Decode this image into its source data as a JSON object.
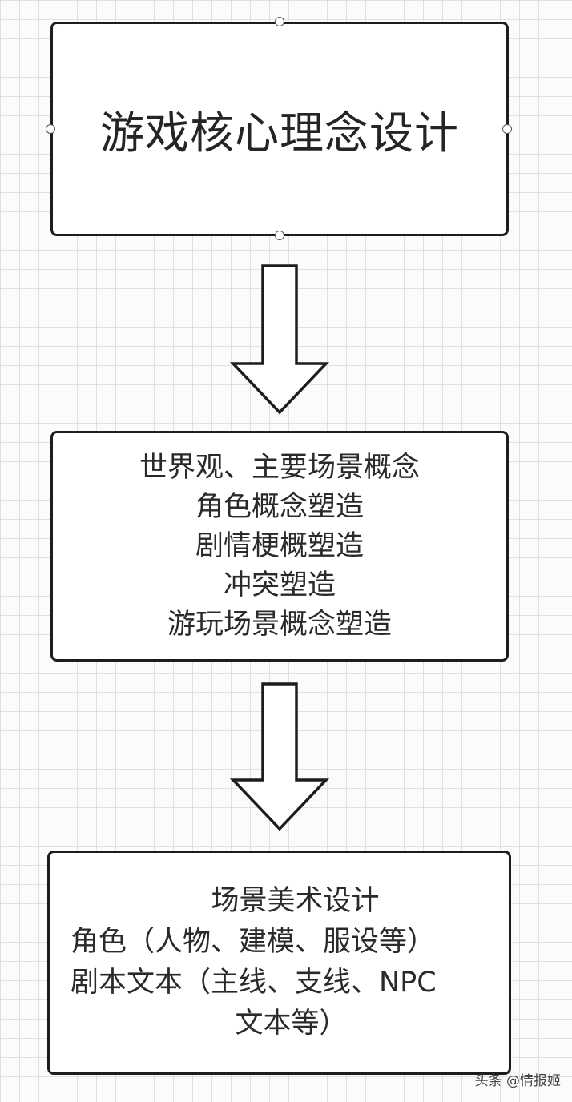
{
  "boxes": [
    {
      "lines": [
        "游戏核心理念设计"
      ]
    },
    {
      "lines": [
        "世界观、主要场景概念",
        "角色概念塑造",
        "剧情梗概塑造",
        "冲突塑造",
        "游玩场景概念塑造"
      ]
    },
    {
      "lines": [
        "场景美术设计",
        "角色（人物、建模、服设等）",
        "剧本文本（主线、支线、NPC",
        "文本等）"
      ]
    }
  ],
  "watermark": "头条 @情报姬"
}
